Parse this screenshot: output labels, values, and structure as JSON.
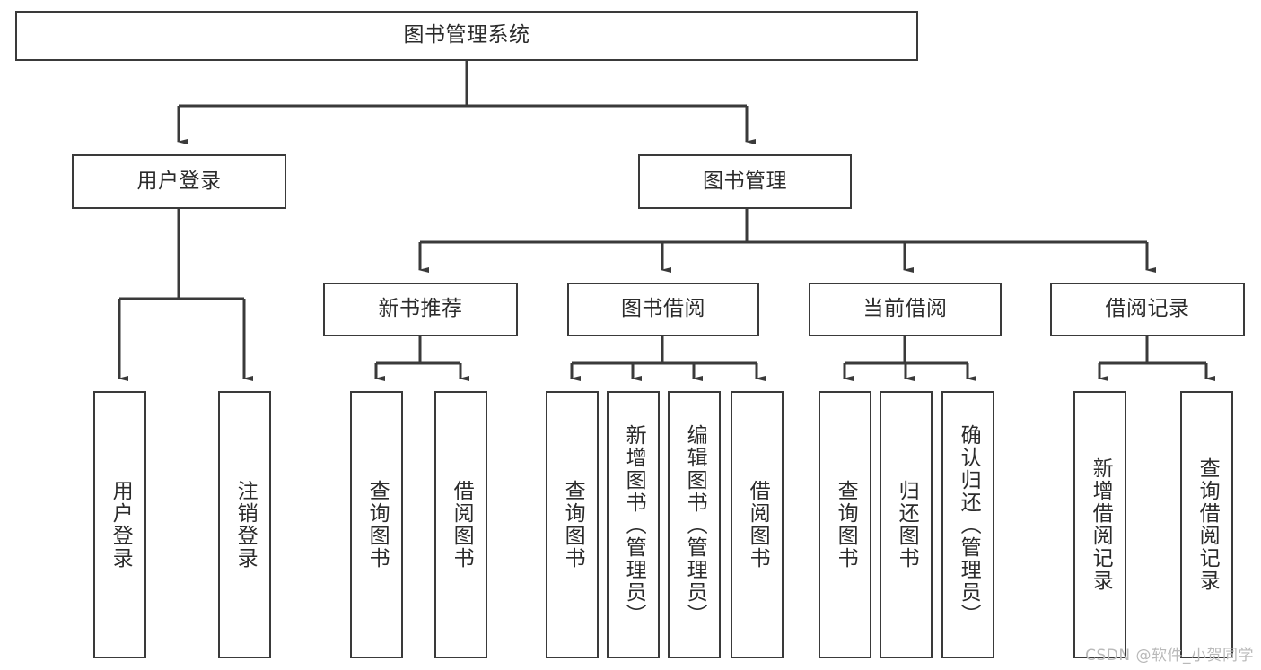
{
  "diagram": {
    "type": "tree-hierarchy",
    "title": "图书管理系统",
    "orientation": "top-down",
    "colors": {
      "background": "#ffffff",
      "node_border": "#3a3a3a",
      "node_fill": "#ffffff",
      "text": "#2b2b2b",
      "connector": "#3a3a3a",
      "watermark": "#b9b9b9"
    }
  },
  "root": {
    "label": "图书管理系统"
  },
  "level2": [
    {
      "label": "用户登录"
    },
    {
      "label": "图书管理"
    }
  ],
  "level3": [
    {
      "label": "新书推荐"
    },
    {
      "label": "图书借阅"
    },
    {
      "label": "当前借阅"
    },
    {
      "label": "借阅记录"
    }
  ],
  "leaves": {
    "user_login": [
      {
        "label": "用户登录"
      },
      {
        "label": "注销登录"
      }
    ],
    "new_book_recommend": [
      {
        "label": "查询图书"
      },
      {
        "label": "借阅图书"
      }
    ],
    "book_borrow": [
      {
        "label": "查询图书"
      },
      {
        "label": "新增图书（管理员）"
      },
      {
        "label": "编辑图书（管理员）"
      },
      {
        "label": "借阅图书"
      }
    ],
    "current_borrow": [
      {
        "label": "查询图书"
      },
      {
        "label": "归还图书"
      },
      {
        "label": "确认归还（管理员）"
      }
    ],
    "borrow_record": [
      {
        "label": "新增借阅记录"
      },
      {
        "label": "查询借阅记录"
      }
    ]
  },
  "watermark": {
    "text": "CSDN @软件_小贺同学"
  }
}
